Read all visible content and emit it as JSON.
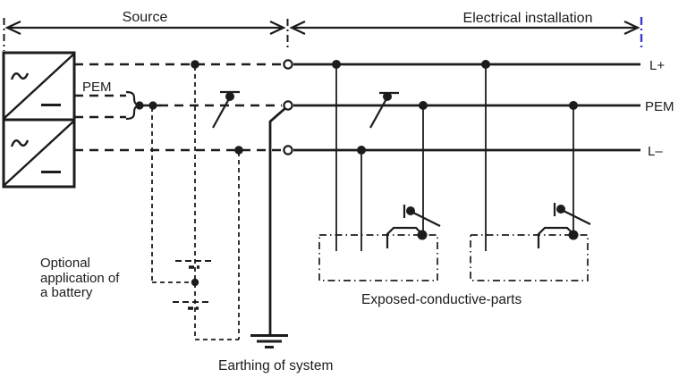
{
  "regions": {
    "source_label": "Source",
    "installation_label": "Electrical installation"
  },
  "conductors": {
    "l_plus_label": "L+",
    "pem_right_label": "PEM",
    "l_minus_label": "L–",
    "pem_source_label": "PEM"
  },
  "annotations": {
    "battery_note_line1": "Optional",
    "battery_note_line2": "application of",
    "battery_note_line3": "a battery",
    "earthing_label": "Earthing of system",
    "exposed_parts_label": "Exposed-conductive-parts"
  },
  "colors": {
    "ink": "#1c1c1c",
    "boundary_mark": "#3b3bd0",
    "background": "#ffffff"
  }
}
